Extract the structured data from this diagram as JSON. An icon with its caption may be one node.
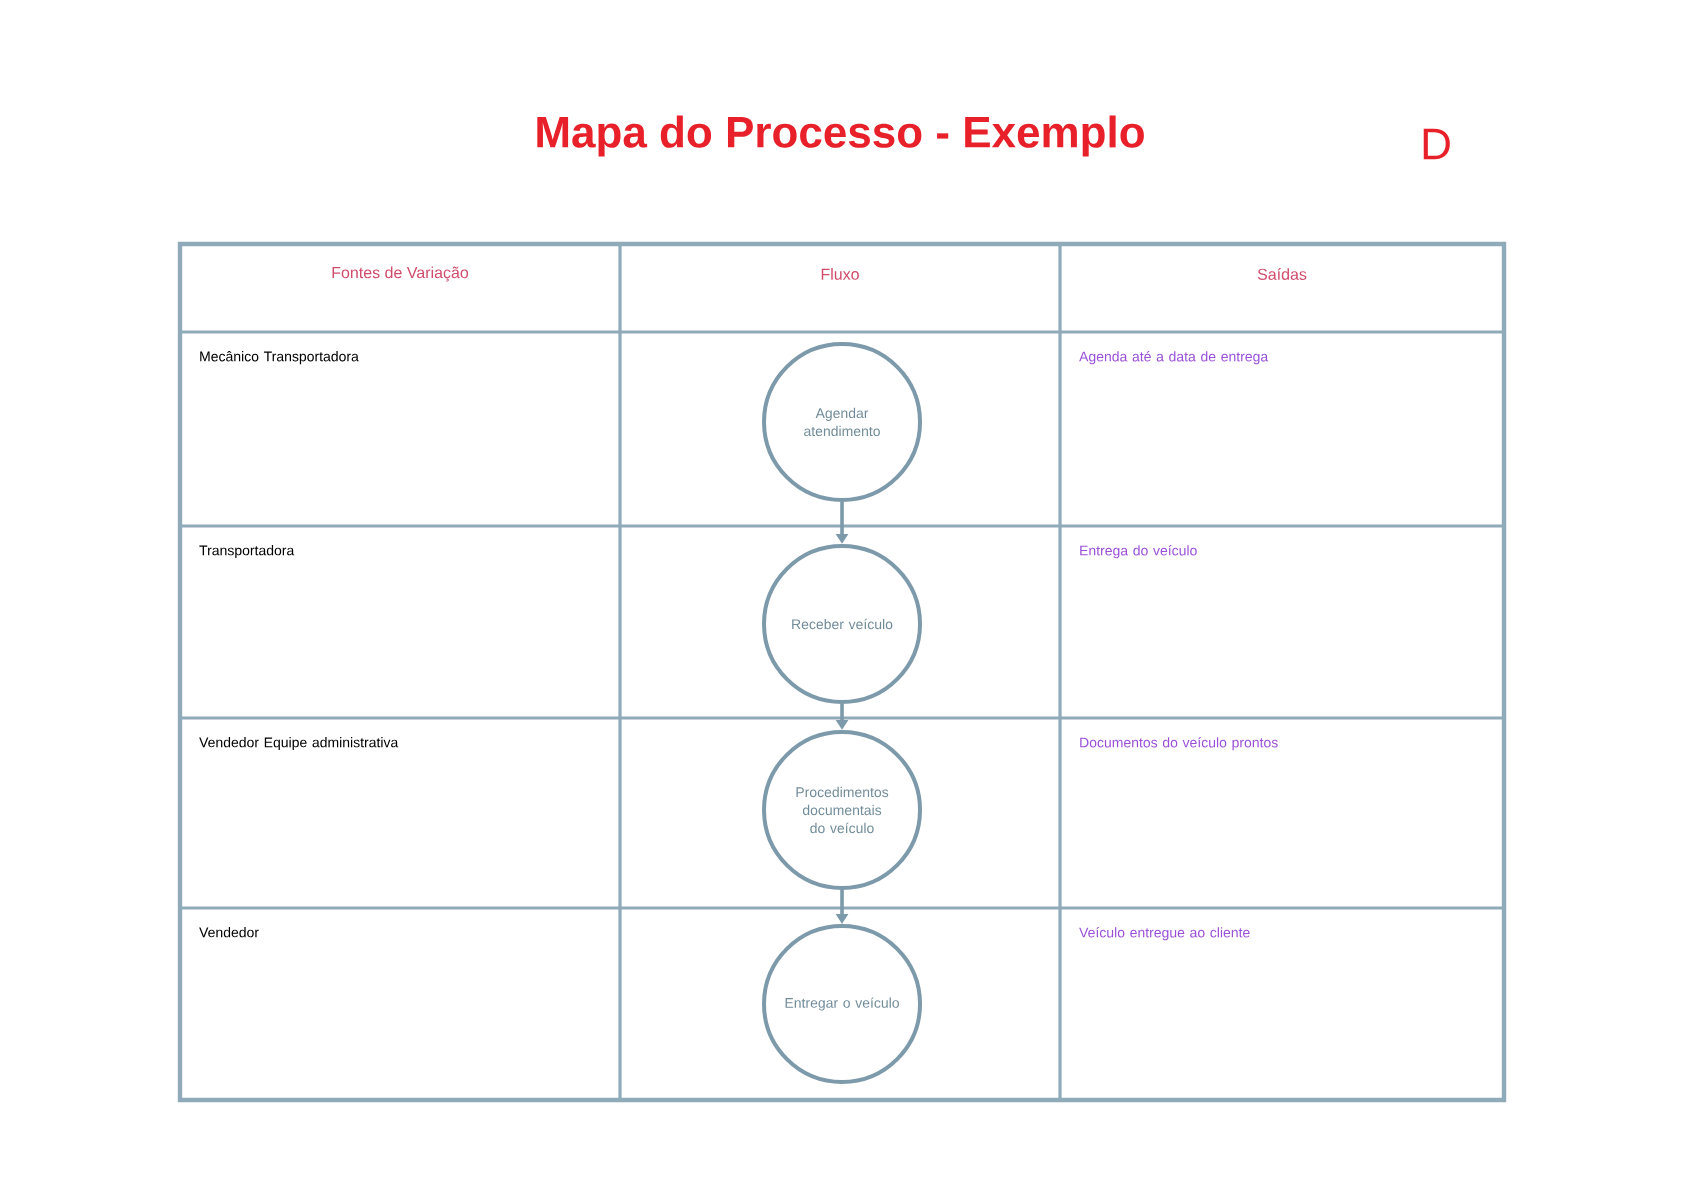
{
  "diagram": {
    "title": "Mapa do Processo - Exemplo",
    "nodes": [
      {
        "text": [
          "Agendar atendimento"
        ]
      },
      {
        "text": [
          "Receber veículo"
        ]
      },
      {
        "text": [
          "Procedimentos documentais do veículo"
        ]
      },
      {
        "text": [
          "Entregar o veículo"
        ]
      }
    ],
    "edges": [
      {
        "from": 0,
        "to": 1,
        "arrow": "to"
      },
      {
        "from": 1,
        "to": 2,
        "arrow": "to"
      },
      {
        "from": 2,
        "to": 3,
        "arrow": "to"
      }
    ],
    "labels": [
      "D",
      "Fontes de Variação",
      "Fluxo",
      "Saídas",
      "Mecânico Transportadora",
      "Agenda até a data de entrega",
      "Transportadora",
      "Entrega do veículo",
      "Vendedor Equipe administrativa",
      "Documentos do veículo prontos",
      "Vendedor",
      "Veículo entregue ao cliente"
    ]
  }
}
